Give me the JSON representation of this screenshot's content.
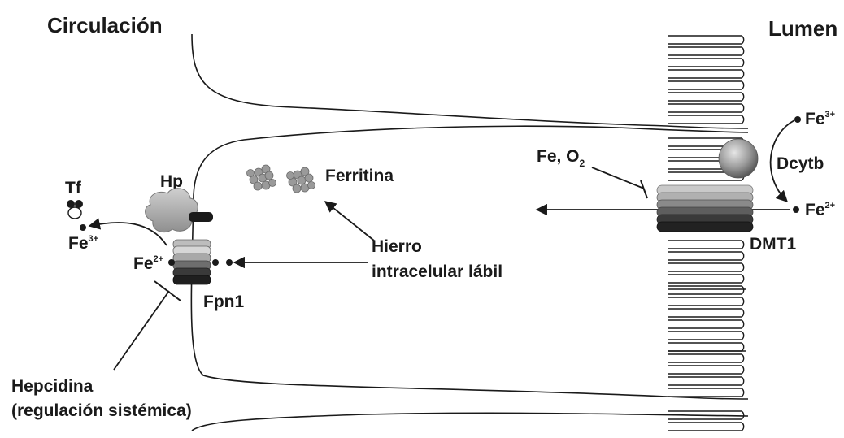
{
  "labels": {
    "circulation": "Circulación",
    "lumen": "Lumen",
    "tf": "Tf",
    "hp": "Hp",
    "ferritin": "Ferritina",
    "fe_left": "Fe",
    "fe_left_sup": "3+",
    "fe_fpn": "Fe",
    "fe_fpn_sup": "2+",
    "fpn1": "Fpn1",
    "labile_iron_line1": "Hierro",
    "labile_iron_line2": "intracelular lábil",
    "hepcidin_line1": "Hepcidina",
    "hepcidin_line2": "(regulación sistémica)",
    "fe_o2_prefix": "Fe, O",
    "fe_o2_sub": "2",
    "dcytb": "Dcytb",
    "fe_top": "Fe",
    "fe_top_sup": "3+",
    "fe_right": "Fe",
    "fe_right_sup": "2+",
    "dmt1": "DMT1"
  },
  "colors": {
    "line": "#1a1a1a",
    "protein_light": "#c8c8c8",
    "protein_mid": "#8a8a8a",
    "protein_dark": "#2a2a2a"
  }
}
